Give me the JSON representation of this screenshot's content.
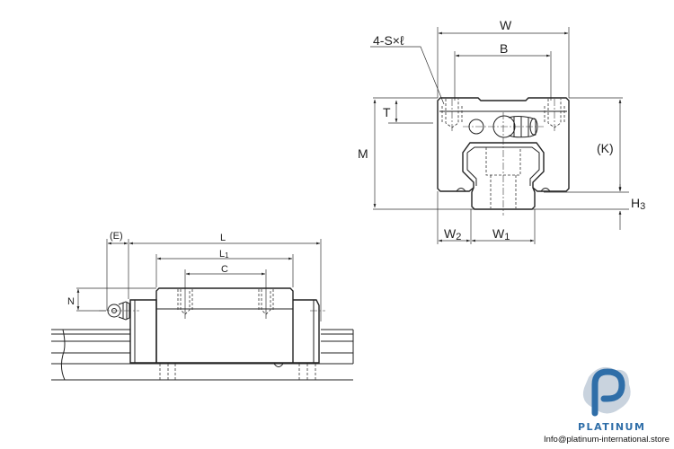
{
  "front_view": {
    "labels": {
      "W": "W",
      "B": "B",
      "screw": "4-S×ℓ",
      "T": "T",
      "M": "M",
      "K": "(K)",
      "H3": "H",
      "H3_sub": "3",
      "W2": "W",
      "W2_sub": "2",
      "W1": "W",
      "W1_sub": "1"
    }
  },
  "side_view": {
    "labels": {
      "E": "(E)",
      "L": "L",
      "L1": "L",
      "L1_sub": "1",
      "C": "C",
      "N": "N"
    }
  },
  "logo": {
    "brand": "PLATINUM",
    "email": "Info@platinum-international.store",
    "colors": {
      "primary": "#2f6ea8",
      "secondary": "#c9d3de"
    }
  }
}
